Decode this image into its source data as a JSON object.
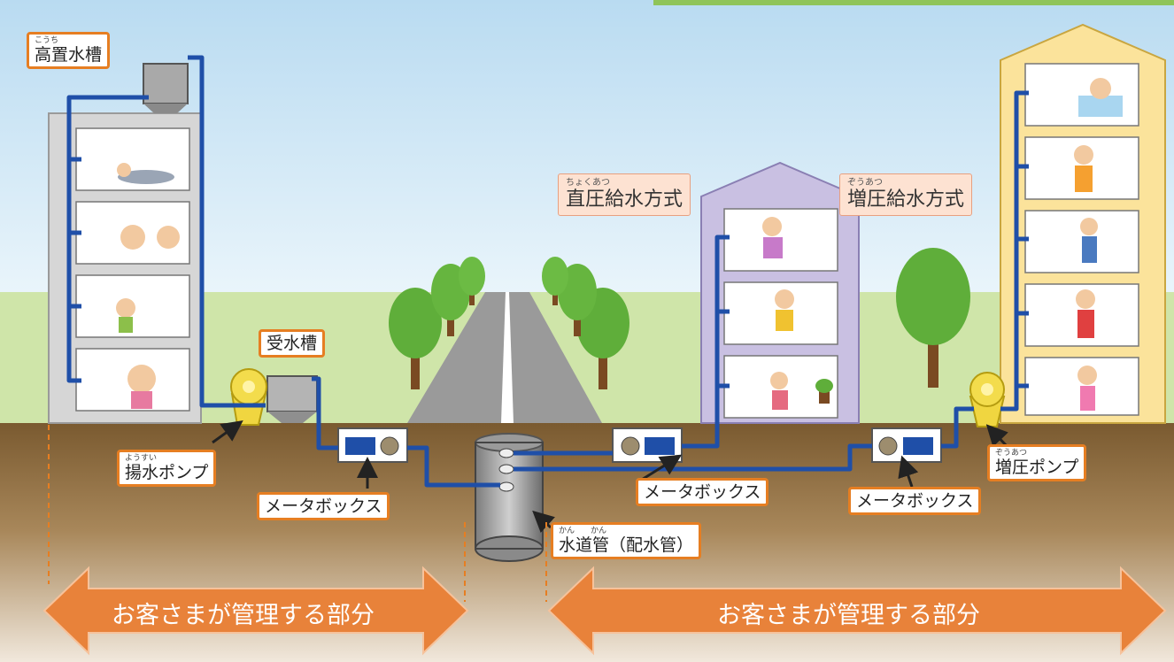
{
  "labels": {
    "high_tank": {
      "ruby": "こうち",
      "text": "高置水槽"
    },
    "receiving_tank": {
      "text": "受水槽"
    },
    "lift_pump": {
      "ruby": "ようすい",
      "text": "揚水ポンプ"
    },
    "meter_box_1": {
      "text": "メータボックス"
    },
    "meter_box_2": {
      "text": "メータボックス"
    },
    "meter_box_3": {
      "text": "メータボックス"
    },
    "booster_pump": {
      "ruby": "ぞうあつ",
      "text": "増圧ポンプ"
    },
    "water_main": {
      "ruby": "かん　　かん",
      "text": "水道管（配水管）"
    }
  },
  "callouts": {
    "direct": {
      "ruby": "ちょくあつ",
      "text": "直圧給水方式"
    },
    "booster": {
      "ruby": "ぞうあつ",
      "text": "増圧給水方式"
    }
  },
  "arrows": {
    "left": "お客さまが管理する部分",
    "right": "お客さまが管理する部分"
  },
  "colors": {
    "sky": "#d7ebf7",
    "ground": "#8a6a3c",
    "pipe": "#1f4fa8",
    "label_border": "#e67e22",
    "arrow": "#e8823a"
  }
}
